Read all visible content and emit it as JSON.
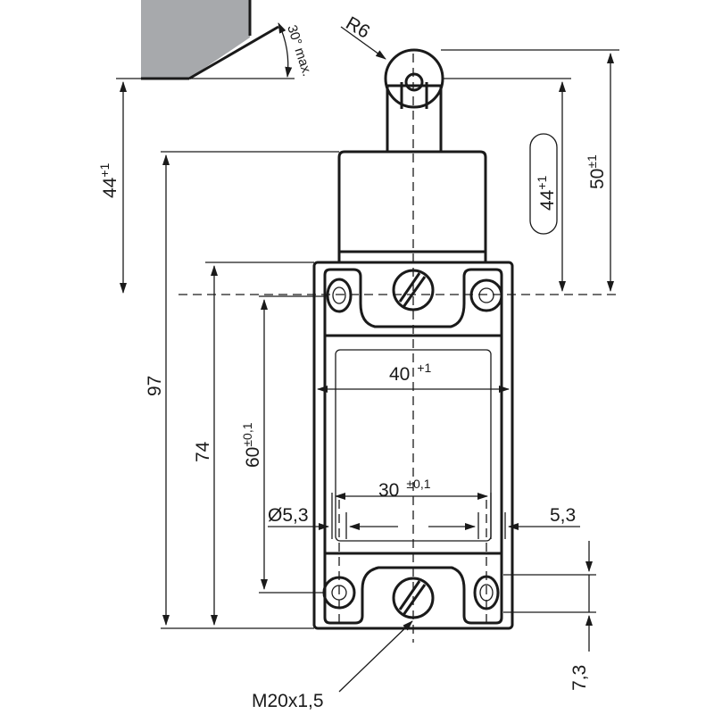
{
  "colors": {
    "line": "#1a1a1a",
    "wall_fill": "#a7a9ac",
    "background": "#ffffff"
  },
  "dimensions": {
    "radius": "R6",
    "angle": "30° max.",
    "height_left": {
      "value": "44",
      "tol": "+1"
    },
    "height_ref": {
      "value": "44",
      "tol": "+1"
    },
    "height_right": {
      "value": "50",
      "tol": "±1"
    },
    "total_height": "97",
    "body_height": "74",
    "hole_spacing_v": {
      "value": "60",
      "tol": "±0,1"
    },
    "body_width": {
      "value": "40",
      "tol": "+1"
    },
    "hole_spacing_h": {
      "value": "30",
      "tol": "±0,1"
    },
    "hole_diameter": "Ø5,3",
    "hole_edge_h": "5,3",
    "hole_edge_v": "7,3",
    "conduit_thread": "M20x1,5"
  }
}
